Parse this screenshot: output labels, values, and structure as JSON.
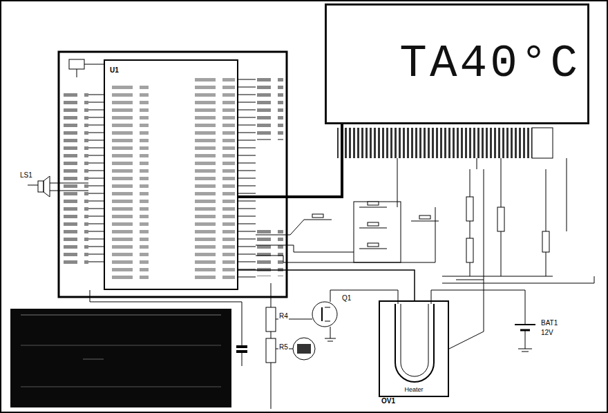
{
  "diagram": {
    "nodes": [
      {
        "text": [
          "TA40°C"
        ]
      },
      {
        "text": [
          "U1"
        ]
      },
      {
        "text": [
          "Heater",
          "OV1"
        ]
      }
    ],
    "edges": [
      {
        "from": 1,
        "to": 0,
        "arrow": "none"
      },
      {
        "from": 1,
        "to": 2,
        "arrow": "none"
      }
    ],
    "labels": [
      "LS1",
      "R4",
      "R5",
      "Q1",
      "BAT1",
      "12V"
    ]
  }
}
